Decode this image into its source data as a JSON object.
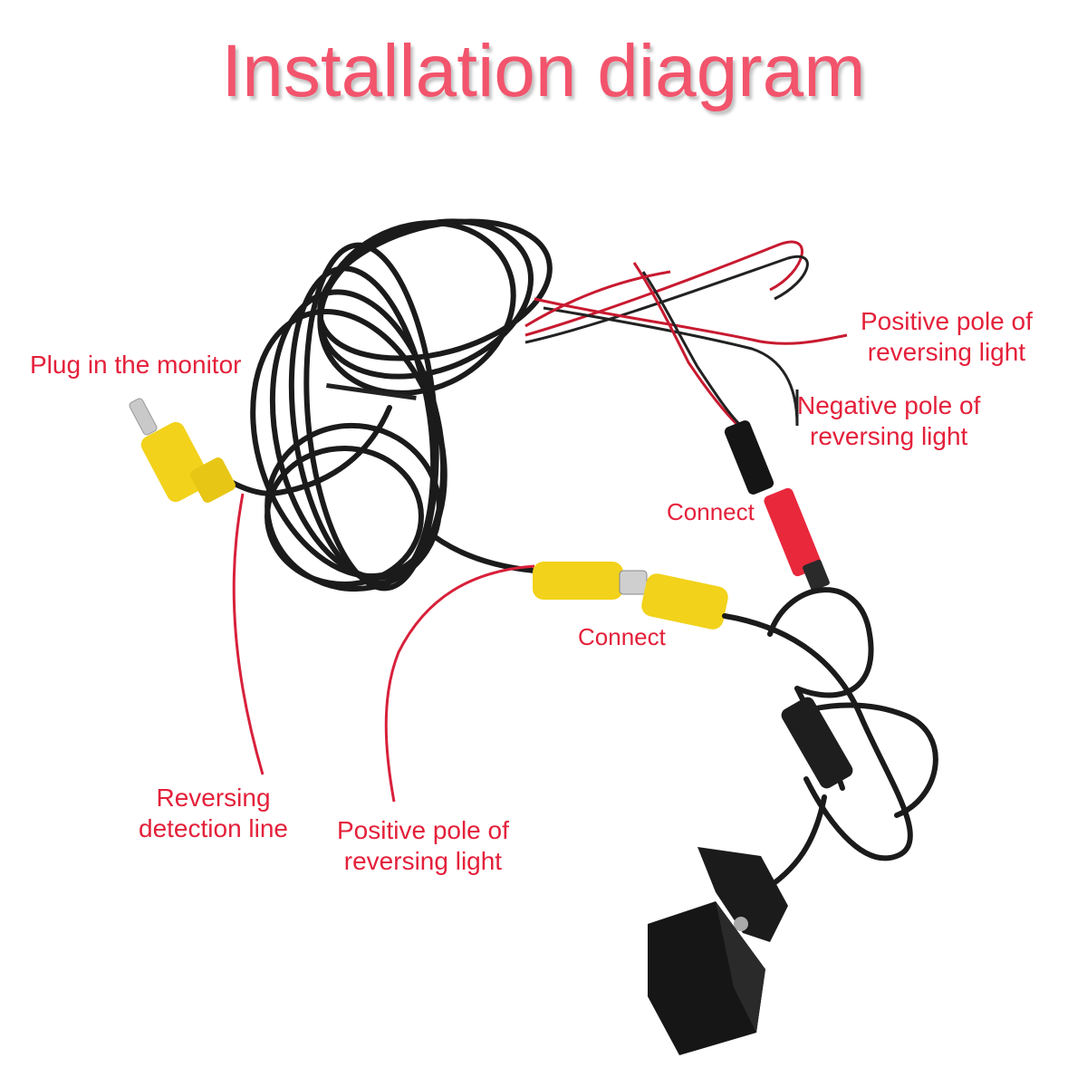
{
  "title": "Installation diagram",
  "labels": {
    "plug_monitor": "Plug in the monitor",
    "positive_pole_top": [
      "Positive pole of",
      "reversing light"
    ],
    "negative_pole": [
      "Negative pole of",
      "reversing light"
    ],
    "connect_power": "Connect",
    "connect_video": "Connect",
    "reversing_detection": [
      "Reversing",
      "detection line"
    ],
    "positive_pole_bottom": [
      "Positive pole of",
      "reversing light"
    ]
  },
  "colors": {
    "label_text": "#e4203a",
    "title_text": "#f2546c",
    "cable_black": "#1b1b1b",
    "wire_red": "#d8203a",
    "connector_yellow": "#f2d21a",
    "connector_red": "#e9283c"
  }
}
